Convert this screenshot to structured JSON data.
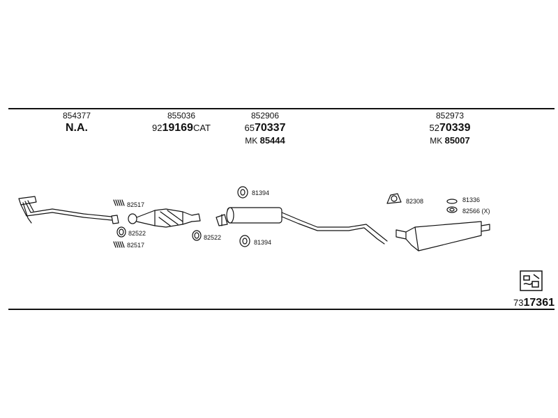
{
  "headers": [
    {
      "ref": "854377",
      "main": "N.A.",
      "pre": "",
      "suf": "",
      "kit": "",
      "kitnum": ""
    },
    {
      "ref": "855036",
      "main": "19169",
      "pre": "92",
      "suf": "CAT",
      "kit": "",
      "kitnum": ""
    },
    {
      "ref": "852906",
      "main": "70337",
      "pre": "65",
      "suf": "",
      "kit": "MK",
      "kitnum": "85444"
    },
    {
      "ref": "852973",
      "main": "70339",
      "pre": "52",
      "suf": "",
      "kit": "MK",
      "kitnum": "85007"
    }
  ],
  "part_labels": {
    "spring_upper": "82517",
    "gasket_a": "82522",
    "spring_lower": "82517",
    "gasket_b": "82522",
    "hanger_upper": "81394",
    "hanger_lower": "81394",
    "clamp": "82308",
    "ring": "81336",
    "option": "82566 (X)"
  },
  "identifier": {
    "pre": "73",
    "main": "17361"
  },
  "colors": {
    "line": "#111111",
    "fill": "#ffffff"
  },
  "icons": {
    "logo": "parts-catalog-logo-icon"
  }
}
